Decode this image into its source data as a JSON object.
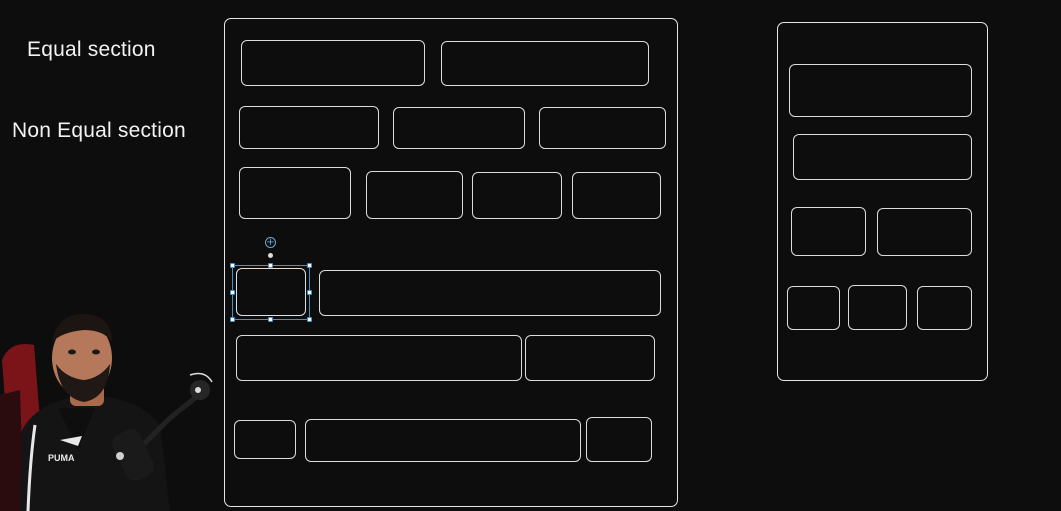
{
  "labels": {
    "equal_section": "Equal section",
    "non_equal_section": "Non Equal section"
  },
  "colors": {
    "background": "#0d0d0d",
    "stroke": "#e6e6e6",
    "selection": "#4a90c8"
  },
  "webcam": {
    "shirt_brand": "PUMA"
  },
  "icons": {
    "add": "plus-circle-icon"
  }
}
